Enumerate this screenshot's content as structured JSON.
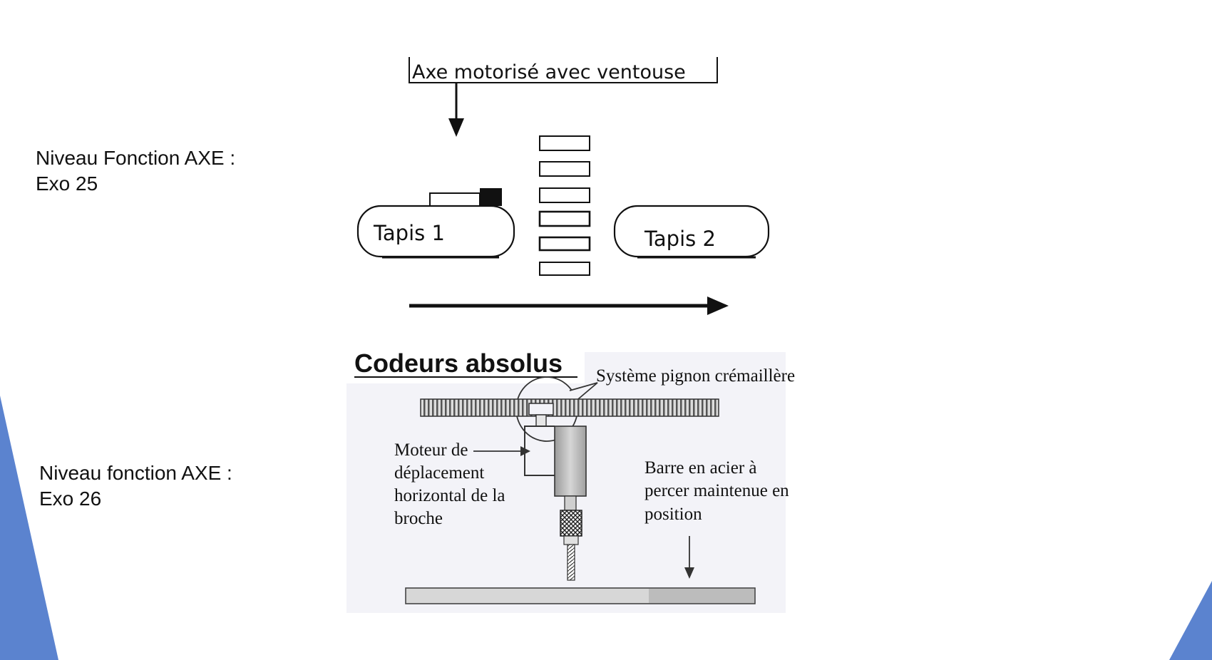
{
  "colors": {
    "accent_blue": "#5b83cf",
    "diagram_panel": "#f3f3f8",
    "ink": "#111111"
  },
  "slide": {
    "exo25_label": {
      "line1": "Niveau Fonction AXE :",
      "line2": "Exo 25"
    },
    "exo26_label": {
      "line1": "Niveau fonction AXE :",
      "line2": "Exo 26"
    }
  },
  "exo25": {
    "axis_label": "Axe motorisé avec ventouse",
    "belt1": "Tapis 1",
    "belt2": "Tapis 2",
    "stack_count": 6
  },
  "exo26": {
    "title": "Codeurs absolus",
    "rack_label": "Système pignon crémaillère",
    "motor_label": [
      "Moteur de",
      "déplacement",
      "horizontal de la",
      "broche"
    ],
    "bar_label": [
      "Barre en acier à",
      "percer maintenue en",
      "position"
    ]
  }
}
